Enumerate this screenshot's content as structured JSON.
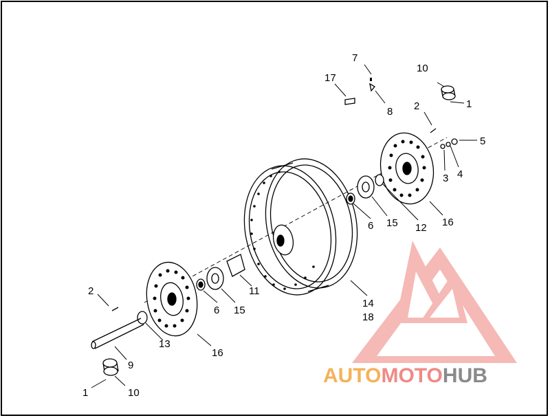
{
  "callouts": [
    {
      "id": "c7",
      "text": "7"
    },
    {
      "id": "c17",
      "text": "17"
    },
    {
      "id": "c8",
      "text": "8"
    },
    {
      "id": "c10a",
      "text": "10"
    },
    {
      "id": "c1a",
      "text": "1"
    },
    {
      "id": "c2a",
      "text": "2"
    },
    {
      "id": "c5",
      "text": "5"
    },
    {
      "id": "c4",
      "text": "4"
    },
    {
      "id": "c3",
      "text": "3"
    },
    {
      "id": "c6a",
      "text": "6"
    },
    {
      "id": "c15a",
      "text": "15"
    },
    {
      "id": "c12",
      "text": "12"
    },
    {
      "id": "c16a",
      "text": "16"
    },
    {
      "id": "c11",
      "text": "11"
    },
    {
      "id": "c14",
      "text": "14"
    },
    {
      "id": "c18",
      "text": "18"
    },
    {
      "id": "c2b",
      "text": "2"
    },
    {
      "id": "c6b",
      "text": "6"
    },
    {
      "id": "c15b",
      "text": "15"
    },
    {
      "id": "c13",
      "text": "13"
    },
    {
      "id": "c16b",
      "text": "16"
    },
    {
      "id": "c9",
      "text": "9"
    },
    {
      "id": "c1b",
      "text": "1"
    },
    {
      "id": "c10b",
      "text": "10"
    }
  ],
  "watermark": {
    "part1": "AUTO",
    "part2": "MOTO",
    "part3": "HUB",
    "color_orange": "#f5b25a",
    "color_red": "#ef8a86",
    "color_gray": "#8a8a8a"
  }
}
